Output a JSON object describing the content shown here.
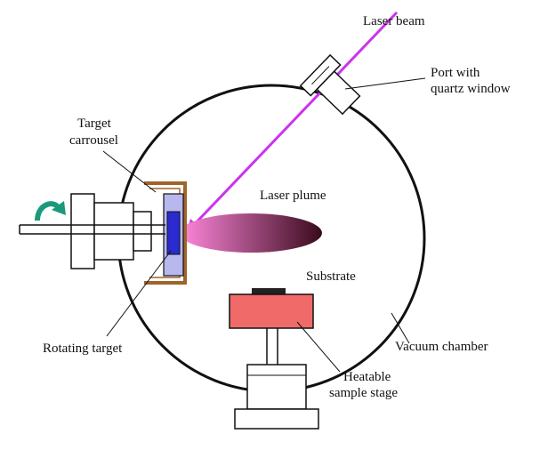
{
  "title": "Pulsed laser deposition setup",
  "labels": {
    "laser_beam": "Laser beam",
    "port_line1": "Port with",
    "port_line2": "quartz window",
    "carrousel_line1": "Target",
    "carrousel_line2": "carrousel",
    "laser_plume": "Laser plume",
    "substrate": "Substrate",
    "rotating_target": "Rotating target",
    "vacuum_chamber": "Vacuum chamber",
    "stage_line1": "Heatable",
    "stage_line2": "sample stage"
  },
  "colors": {
    "laser": "#cc33ee",
    "plume_start": "#ff88dd",
    "plume_end": "#3a0b1c",
    "target": "#2a2ad0",
    "target_holder": "#b8b8ee",
    "carrousel": "#a0632a",
    "stage": "#f06a6a",
    "rotation_arrow": "#1a9a7a"
  },
  "icons": {
    "rotation": "rotation-arrow-icon"
  }
}
